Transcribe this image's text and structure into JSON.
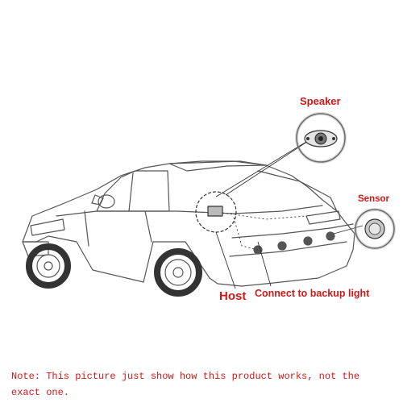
{
  "labels": {
    "speaker": "Speaker",
    "sensor": "Sensor",
    "host": "Host",
    "backup": "Connect to backup light"
  },
  "note": "Note: This picture just show how this product works, not the exact one.",
  "colors": {
    "label_red": "#d11818",
    "outline": "#555555",
    "guide": "#333333"
  },
  "icons": {
    "speaker": "speaker-device-icon",
    "sensor": "parking-sensor-icon",
    "host": "host-unit-icon"
  }
}
